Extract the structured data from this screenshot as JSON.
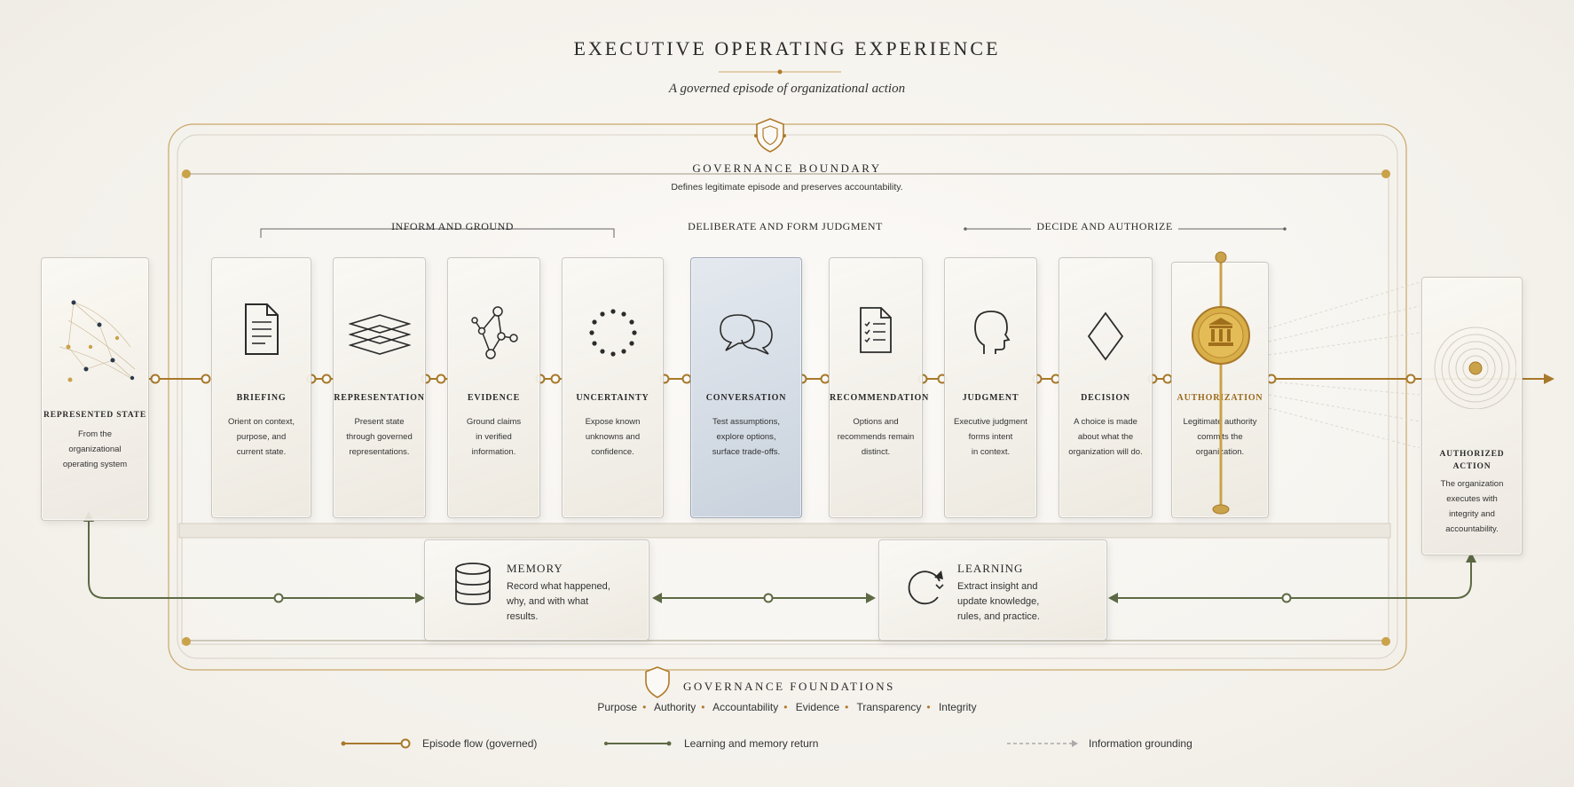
{
  "title": "EXECUTIVE OPERATING EXPERIENCE",
  "subtitle": "A governed episode of organizational action",
  "governance_boundary": {
    "title": "GOVERNANCE BOUNDARY",
    "subtitle": "Defines legitimate episode and preserves accountability."
  },
  "phases": {
    "inform": "INFORM AND GROUND",
    "deliberate": "DELIBERATE AND FORM JUDGMENT",
    "decide": "DECIDE AND AUTHORIZE"
  },
  "represented_state": {
    "title": "REPRESENTED STATE",
    "desc": [
      "From the",
      "organizational",
      "operating system"
    ]
  },
  "authorized_action": {
    "title": [
      "AUTHORIZED",
      "ACTION"
    ],
    "desc": [
      "The organization",
      "executes with",
      "integrity and",
      "accountability."
    ]
  },
  "steps": [
    {
      "title": "BRIEFING",
      "desc": [
        "Orient on context,",
        "purpose, and",
        "current state."
      ],
      "icon": "document-icon"
    },
    {
      "title": "REPRESENTATION",
      "desc": [
        "Present state",
        "through governed",
        "representations."
      ],
      "icon": "layers-icon"
    },
    {
      "title": "EVIDENCE",
      "desc": [
        "Ground claims",
        "in verified",
        "information."
      ],
      "icon": "network-icon"
    },
    {
      "title": "UNCERTAINTY",
      "desc": [
        "Expose known",
        "unknowns and",
        "confidence."
      ],
      "icon": "dotted-circle-icon"
    },
    {
      "title": "CONVERSATION",
      "desc": [
        "Test assumptions,",
        "explore options,",
        "surface trade-offs."
      ],
      "icon": "chat-bubbles-icon"
    },
    {
      "title": "RECOMMENDATION",
      "desc": [
        "Options and",
        "recommends remain",
        "distinct."
      ],
      "icon": "checklist-icon"
    },
    {
      "title": "JUDGMENT",
      "desc": [
        "Executive judgment",
        "forms intent",
        "in context."
      ],
      "icon": "head-profile-icon"
    },
    {
      "title": "DECISION",
      "desc": [
        "A choice is made",
        "about what the",
        "organization will do."
      ],
      "icon": "diamond-icon"
    },
    {
      "title": "AUTHORIZATION",
      "desc": [
        "Legitimate authority",
        "commits the",
        "organization."
      ],
      "icon": "seal-icon"
    }
  ],
  "memory": {
    "title": "MEMORY",
    "desc": [
      "Record what happened,",
      "why, and with what",
      "results."
    ]
  },
  "learning": {
    "title": "LEARNING",
    "desc": [
      "Extract insight and",
      "update knowledge,",
      "rules, and practice."
    ]
  },
  "foundations": {
    "title": "GOVERNANCE FOUNDATIONS",
    "items": [
      "Purpose",
      "Authority",
      "Accountability",
      "Evidence",
      "Transparency",
      "Integrity"
    ]
  },
  "legend": {
    "episode": "Episode flow (governed)",
    "learning": "Learning and memory return",
    "grounding": "Information grounding"
  },
  "colors": {
    "gold": "#a8792a",
    "green": "#5d6a45",
    "blue_card": "#c9d2dd",
    "background": "#f4f1eb"
  }
}
